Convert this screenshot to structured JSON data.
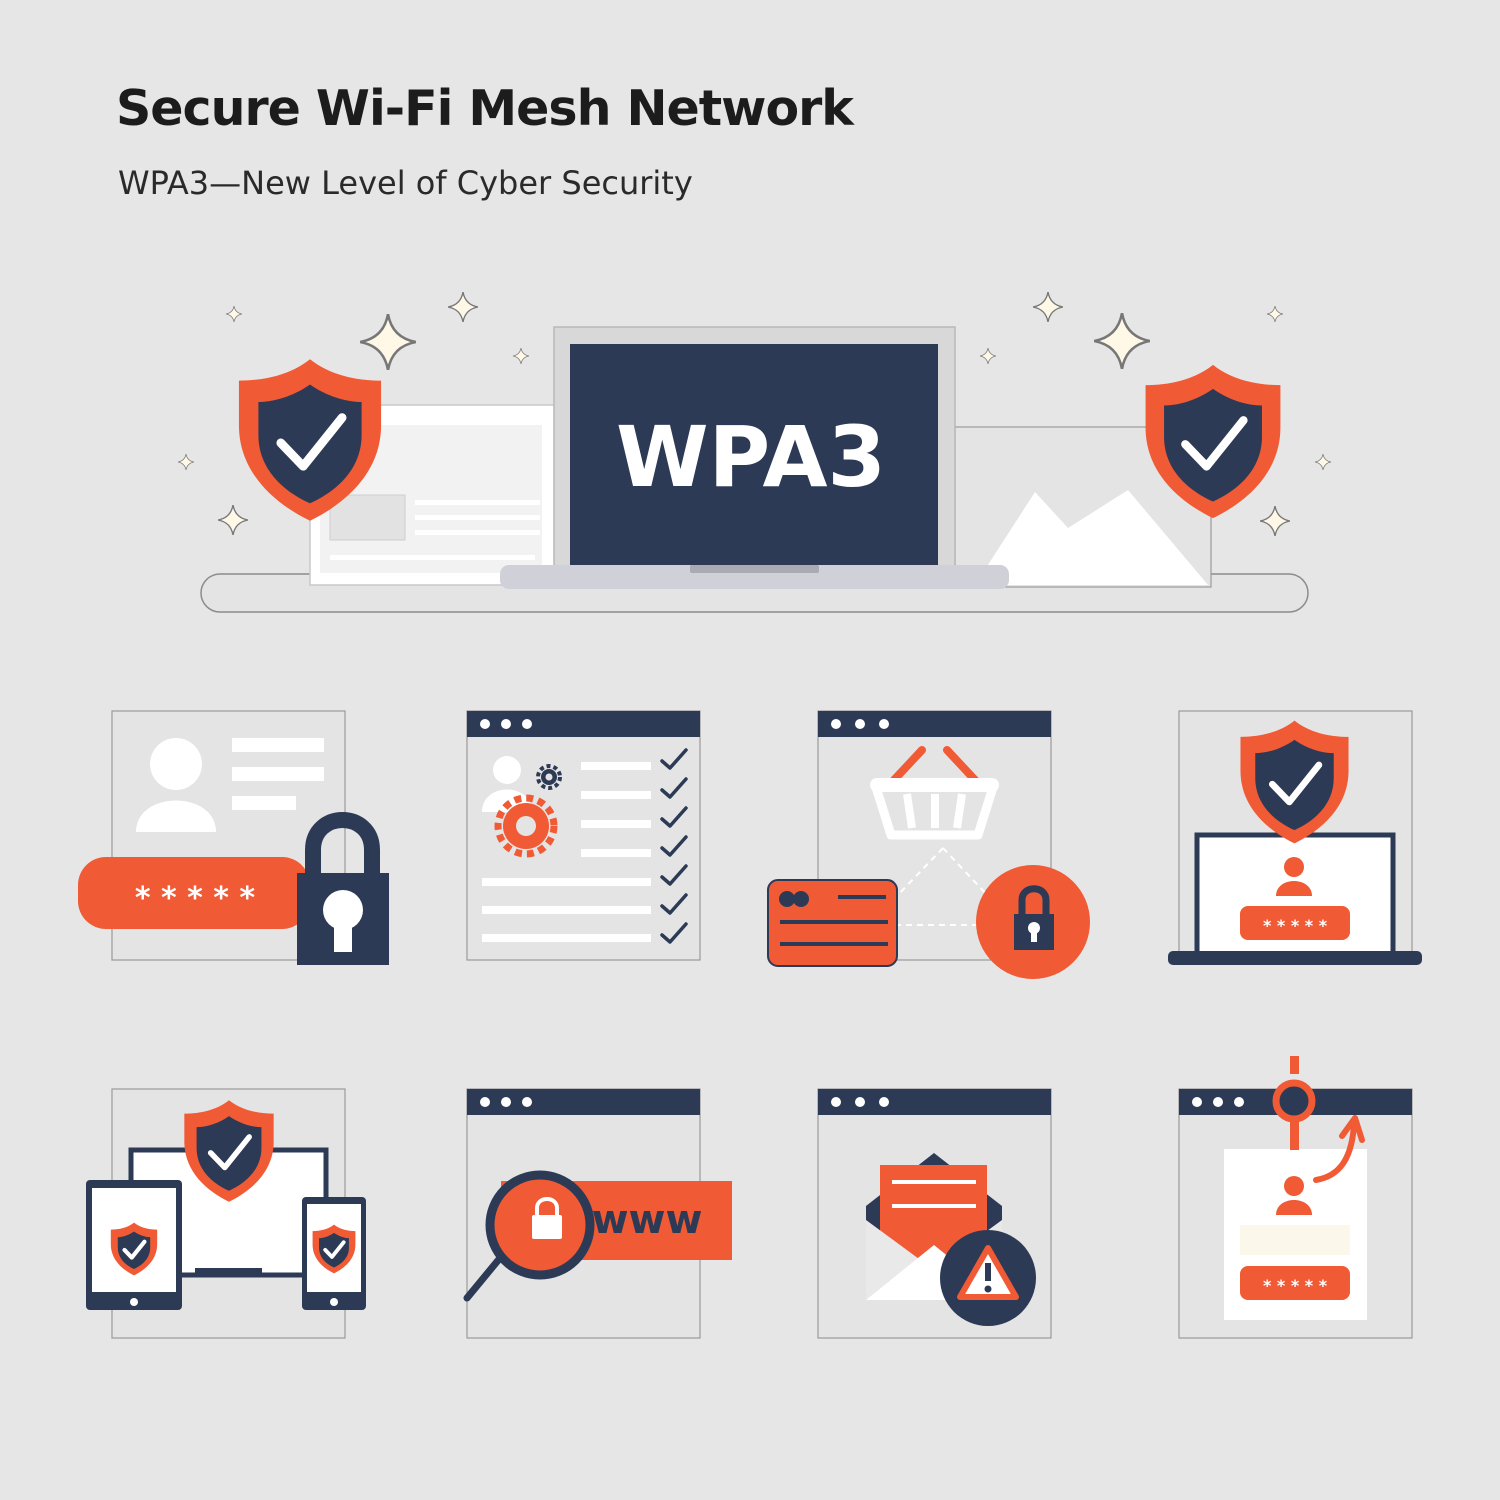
{
  "header": {
    "title": "Secure Wi-Fi Mesh Network",
    "subtitle": "WPA3—New Level of Cyber Security"
  },
  "hero": {
    "screen_label": "WPA3",
    "icons": [
      "shield-check-icon",
      "laptop-icon",
      "shield-check-icon",
      "mountain-image-icon",
      "sparkle-icon"
    ]
  },
  "tiles": [
    {
      "icon": "user-profile-password-lock-icon",
      "password_mask": "* * * * *"
    },
    {
      "icon": "browser-settings-checklist-icon"
    },
    {
      "icon": "browser-shopping-basket-card-lock-icon"
    },
    {
      "icon": "laptop-shield-user-login-icon",
      "password_mask": "* * * * *"
    },
    {
      "icon": "devices-shield-icon"
    },
    {
      "icon": "browser-search-secure-www-icon",
      "www_label": "www"
    },
    {
      "icon": "browser-email-warning-icon"
    },
    {
      "icon": "browser-phishing-hook-user-icon",
      "password_mask": "* * * * *"
    }
  ],
  "colors": {
    "background": "#e6e6e6",
    "navy": "#2c3a56",
    "orange": "#f05a34",
    "white": "#ffffff",
    "panel": "#eaeaea"
  }
}
